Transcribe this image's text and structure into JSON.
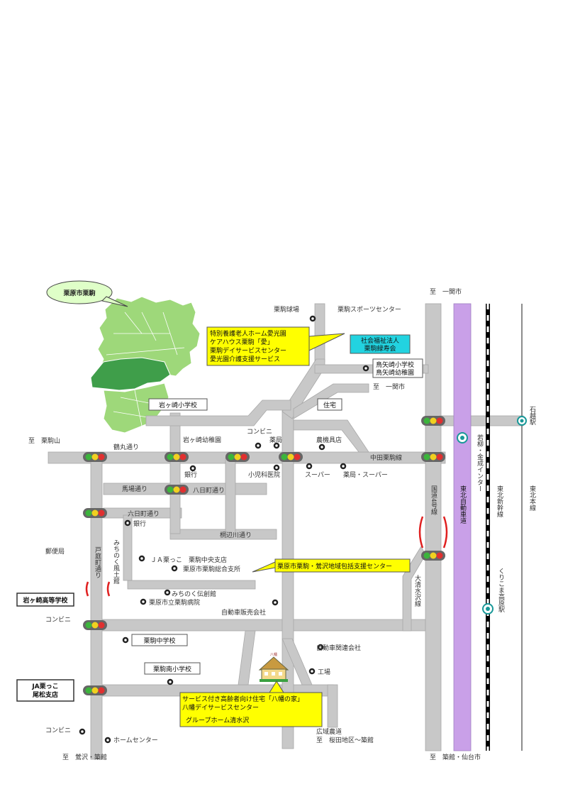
{
  "callouts": {
    "region": "栗原市栗駒",
    "facilities": [
      "特別養護老人ホーム愛光園",
      "ケアハウス栗駒「愛」",
      "栗駒デイサービスセンター",
      "愛光園介護支援サービス"
    ],
    "corporation": [
      "社会福祉法人",
      "栗駒緑寿会"
    ],
    "support_center": "栗原市栗駒・鶯沢地域包括支援センター",
    "housing": [
      "サービス付き高齢者向け住宅「八幡の家」",
      "八幡デイサービスセンター",
      "グループホーム清水沢"
    ]
  },
  "directions": {
    "north_ichinoseki": "至　一関市",
    "mid_ichinoseki": "至　一関市",
    "west_kurikoma": "至　栗駒山",
    "south_uguisuzawa": "至　鶯沢・築館",
    "south_tsukidate": "至　築館・仙台市",
    "south_sakurada": "至　桜田地区～築館",
    "kouiki": "広域農道"
  },
  "roads": {
    "tsurumaru": "鶴丸通り",
    "nakada": "中田栗駒線",
    "baba": "馬場通り",
    "yokamachi": "八日町通り",
    "muikamachi": "六日町通り",
    "kiribegawa": "桐辺川通り",
    "national4": "国道4号線",
    "expressway": "東北自動車道",
    "oshimizusawa": "大清水沢線",
    "todatecho": "戸庭町通り",
    "wakayanagi": "若柳・金成インター",
    "shinkansen": "東北新幹線",
    "honsen": "東北本線"
  },
  "stations": {
    "ishikoshi": "石越駅",
    "kurikoma_kogen": "くりこま高原駅"
  },
  "places": {
    "baseball": "栗駒球場",
    "sports": "栗駒スポーツセンター",
    "toriyazaki_school": "鳥矢崎小学校",
    "toriyazaki_kinder": "鳥矢崎幼稚園",
    "iwagasaki_school": "岩ヶ崎小学校",
    "iwagasaki_kinder": "岩ヶ崎幼稚園",
    "residence": "住宅",
    "convenience1": "コンビニ",
    "pharmacy": "薬局",
    "farm_store": "農機具店",
    "bank1": "銀行",
    "pediatric": "小児科医院",
    "supermarket": "スーパー",
    "pharmacy_super": "薬局・スーパー",
    "bank2": "銀行",
    "post": "郵便局",
    "michinoku_hall": "みちのく風土館",
    "ja_branch": "ＪＡ栗っこ　栗駒中央支店",
    "city_office": "栗原市栗駒総合支所",
    "michinoku_densho": "みちのく伝創館",
    "hospital": "栗原市立栗駒病院",
    "car_dealer": "自動車販売会社",
    "high_school": "岩ヶ崎高等学校",
    "convenience2": "コンビニ",
    "middle_school": "栗駒中学校",
    "car_company": "自動車関連会社",
    "south_school": "栗駒南小学校",
    "factory": "工場",
    "ja_oshimatsu": [
      "JA栗っこ",
      "尾松支店"
    ],
    "convenience3": "コンビニ",
    "home_center": "ホームセンター",
    "house_label": "八幡"
  },
  "colors": {
    "road": "#c8c8c8",
    "expressway": "#c9a0e8",
    "callout_yellow": "#ffff00",
    "callout_cyan": "#22d3e0",
    "map_green": "#9ed87a",
    "map_highlight": "#3f9e4a",
    "bracket": "#e02020"
  }
}
